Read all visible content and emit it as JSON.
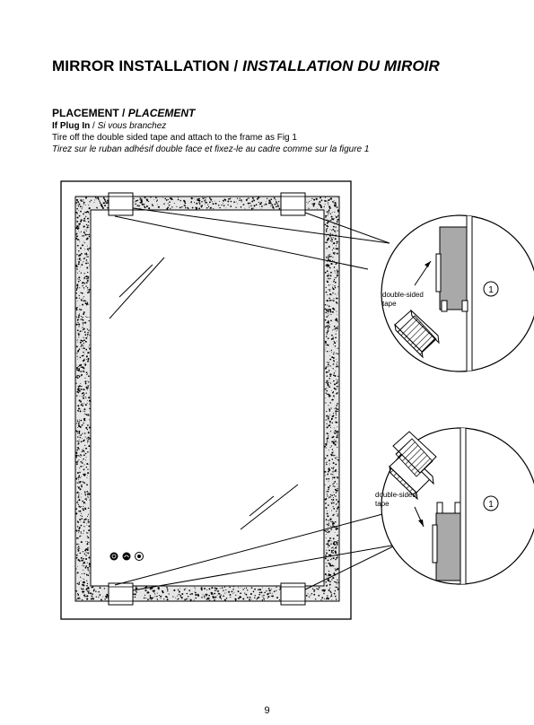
{
  "heading": {
    "title_en": "MIRROR INSTALLATION /",
    "title_fr": "INSTALLATION DU MIROIR"
  },
  "section": {
    "title_en": "PLACEMENT /",
    "title_fr": "PLACEMENT"
  },
  "subheading": {
    "en": "If Plug In",
    "sep": " / ",
    "fr": "Si vous branchez"
  },
  "instructions": {
    "en": "Tire off the double sided tape and attach to the frame as Fig 1",
    "fr": "Tirez sur le ruban adhésif double face et fixez-le au cadre comme sur la figure 1"
  },
  "figure": {
    "detail_top": {
      "label_line1": "double-sided",
      "label_line2": "tape",
      "step": "1"
    },
    "detail_bottom": {
      "label_line1": "double-sided",
      "label_line2": "tape",
      "step": "1"
    },
    "touch_icons": [
      "power-icon",
      "defog-icon",
      "dimmer-icon"
    ]
  },
  "page_number": "9"
}
